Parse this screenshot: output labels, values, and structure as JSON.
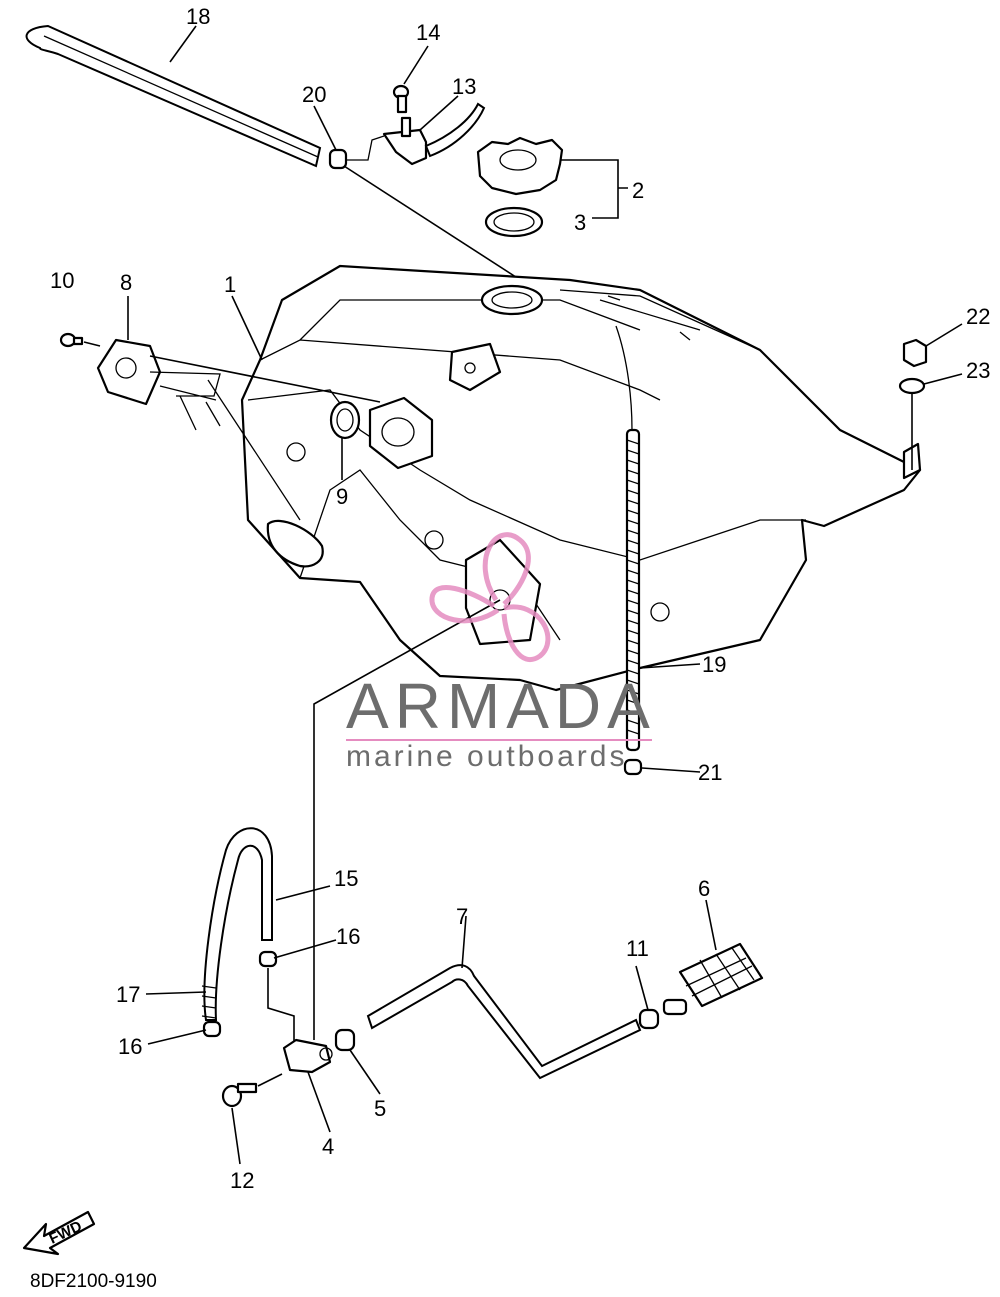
{
  "callouts": [
    {
      "n": "1"
    },
    {
      "n": "2"
    },
    {
      "n": "3"
    },
    {
      "n": "4"
    },
    {
      "n": "5"
    },
    {
      "n": "6"
    },
    {
      "n": "7"
    },
    {
      "n": "8"
    },
    {
      "n": "9"
    },
    {
      "n": "10"
    },
    {
      "n": "11"
    },
    {
      "n": "12"
    },
    {
      "n": "13"
    },
    {
      "n": "14"
    },
    {
      "n": "15"
    },
    {
      "n": "16"
    },
    {
      "n": "16"
    },
    {
      "n": "17"
    },
    {
      "n": "18"
    },
    {
      "n": "19"
    },
    {
      "n": "20"
    },
    {
      "n": "21"
    },
    {
      "n": "22"
    },
    {
      "n": "23"
    }
  ],
  "forward_marker": "FWD",
  "diagram_code": "8DF2100-9190",
  "watermark": {
    "brand": "ARMADA",
    "tagline": "marine outboards",
    "logo_color": "#e58cc0",
    "text_color": "#6d6d6d"
  }
}
